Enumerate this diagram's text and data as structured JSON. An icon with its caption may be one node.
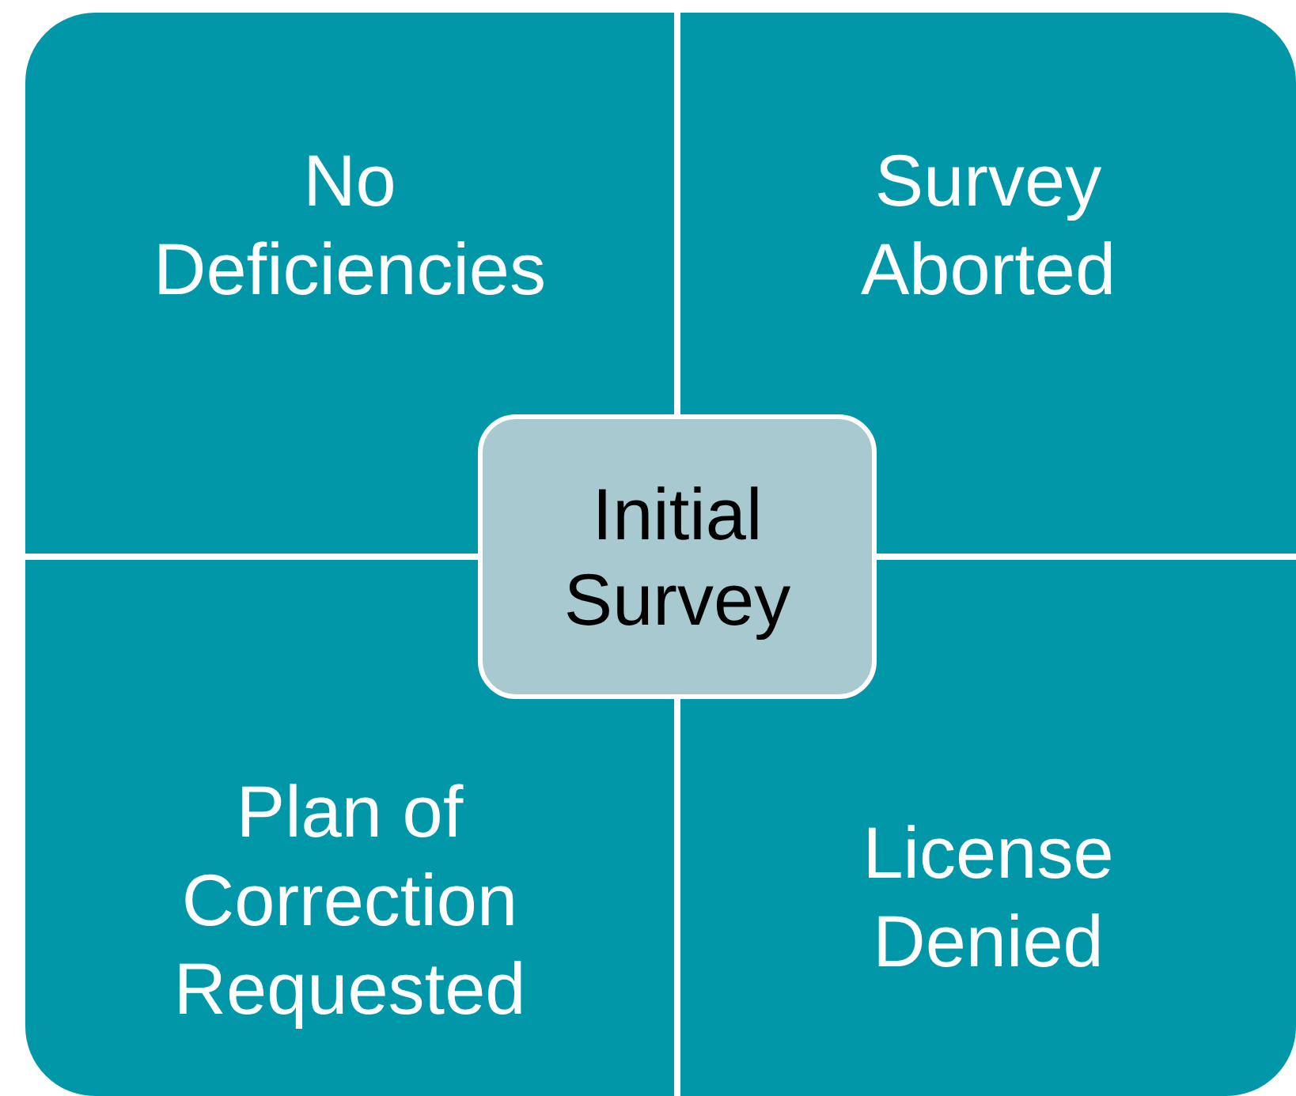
{
  "diagram": {
    "nodes": [
      {
        "text": [
          "No Deficiencies"
        ]
      },
      {
        "text": [
          "Survey Aborted"
        ]
      },
      {
        "text": [
          "Initial Survey"
        ]
      },
      {
        "text": [
          "Plan of Correction Requested"
        ]
      },
      {
        "text": [
          "License Denied"
        ]
      }
    ]
  }
}
